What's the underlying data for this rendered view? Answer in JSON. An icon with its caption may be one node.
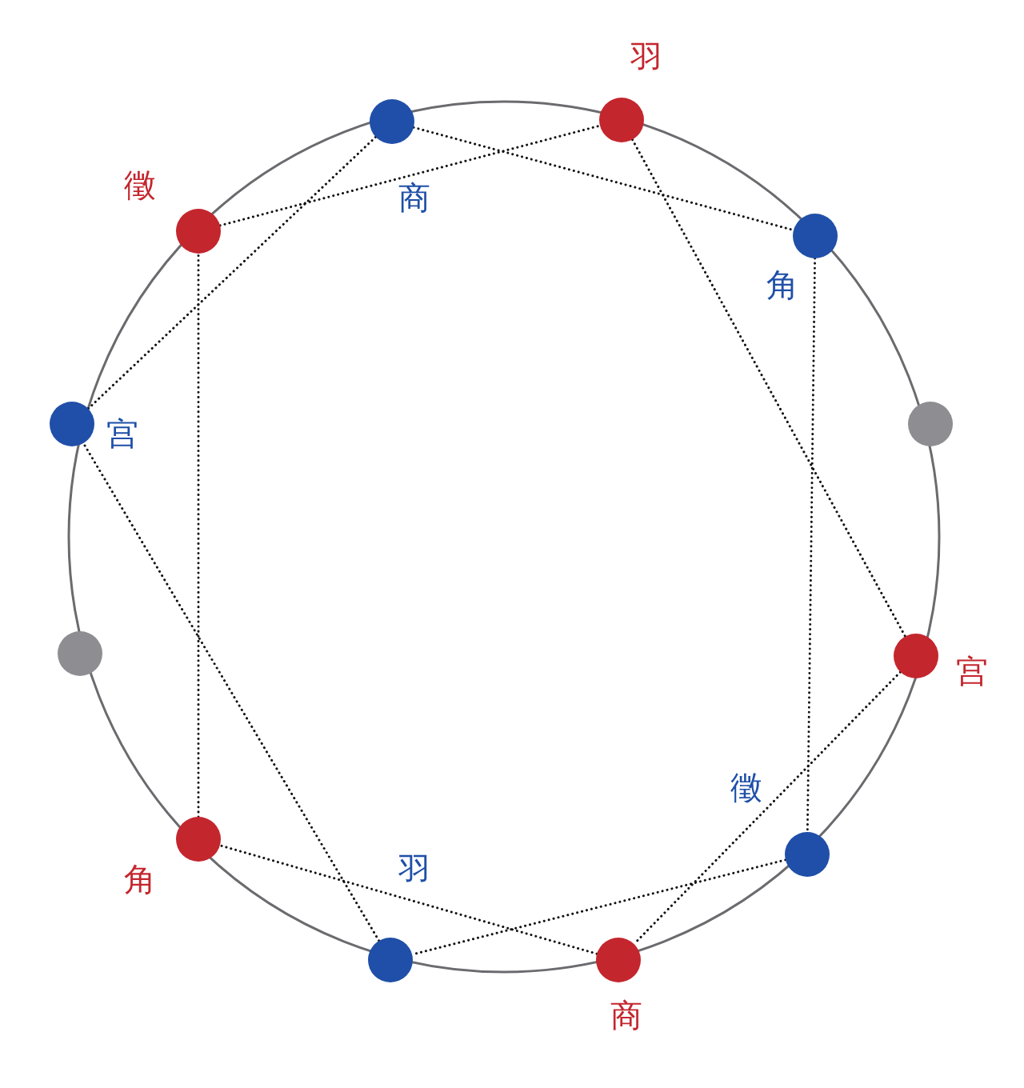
{
  "diagram": {
    "nodes": [
      {
        "text": [
          "商"
        ]
      },
      {
        "text": [
          "羽"
        ]
      },
      {
        "text": [
          "徵"
        ]
      },
      {
        "text": [
          "角"
        ]
      },
      {
        "text": [
          "宫"
        ]
      },
      {
        "text": [],
        "shape": "circle"
      },
      {
        "text": [],
        "shape": "circle"
      },
      {
        "text": [
          "宫"
        ]
      },
      {
        "text": [
          "角"
        ]
      },
      {
        "text": [
          "徵"
        ]
      },
      {
        "text": [
          "羽"
        ]
      },
      {
        "text": [
          "商"
        ]
      }
    ],
    "edges": [
      {
        "from": 4,
        "to": 0,
        "arrow": "none"
      },
      {
        "from": 0,
        "to": 3,
        "arrow": "none"
      },
      {
        "from": 3,
        "to": 9,
        "arrow": "none"
      },
      {
        "from": 9,
        "to": 10,
        "arrow": "none"
      },
      {
        "from": 10,
        "to": 4,
        "arrow": "none"
      },
      {
        "from": 7,
        "to": 11,
        "arrow": "none"
      },
      {
        "from": 11,
        "to": 8,
        "arrow": "none"
      },
      {
        "from": 8,
        "to": 2,
        "arrow": "none"
      },
      {
        "from": 2,
        "to": 1,
        "arrow": "none"
      },
      {
        "from": 1,
        "to": 7,
        "arrow": "none"
      }
    ]
  }
}
